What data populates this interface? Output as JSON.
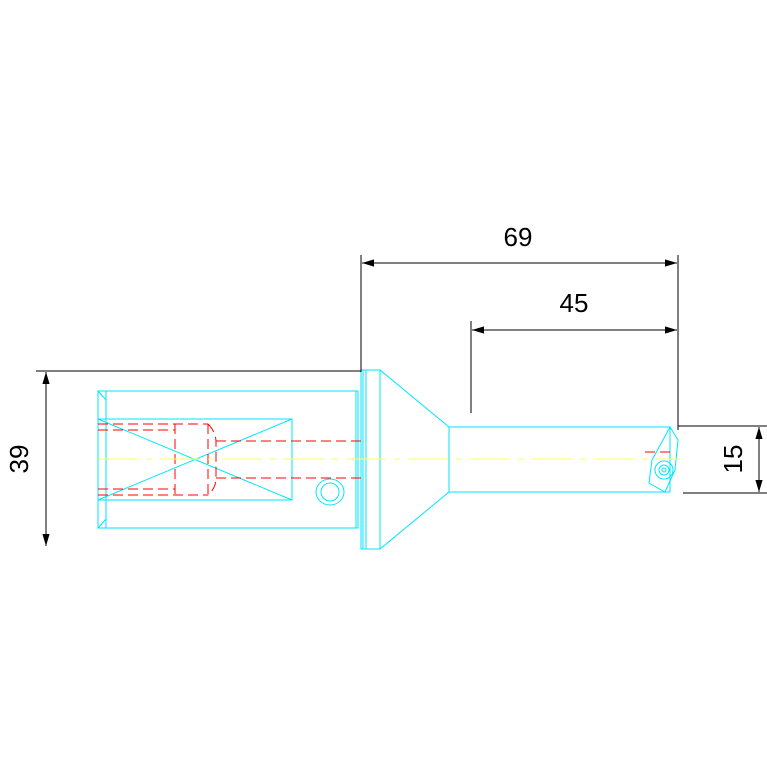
{
  "drawing": {
    "dimensions": [
      {
        "name": "overall-length",
        "value": "69"
      },
      {
        "name": "shank-length",
        "value": "45"
      },
      {
        "name": "body-height",
        "value": "39"
      },
      {
        "name": "shank-height",
        "value": "15"
      }
    ],
    "colors": {
      "outline": "#00e5ff",
      "hidden": "#ff0000",
      "centerline": "#ffff66",
      "dimension": "#000000",
      "background": "#ffffff"
    }
  }
}
